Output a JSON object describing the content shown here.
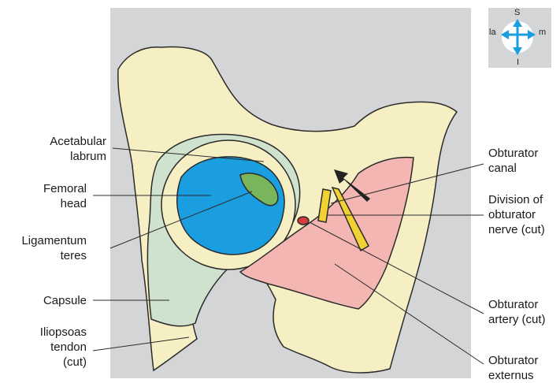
{
  "colors": {
    "panel_bg": "#d4d5d6",
    "bone": "#f6efc4",
    "capsule": "#cfe2cd",
    "femoral_head": "#1a9ee0",
    "ligamentum": "#79b55a",
    "muscle": "#f3b6b2",
    "nerve": "#f2d233",
    "artery": "#d93a3a",
    "line": "#2b2b2b"
  },
  "compass": {
    "superior": "S",
    "inferior": "I",
    "lateral": "la",
    "medial": "m",
    "icon": "orientation-compass-icon"
  },
  "labels": {
    "acetabular_labrum": [
      "Acetabular",
      "labrum"
    ],
    "femoral_head": [
      "Femoral",
      "head"
    ],
    "ligamentum_teres": [
      "Ligamentum",
      "teres"
    ],
    "capsule": [
      "Capsule"
    ],
    "iliopsoas_tendon": [
      "Iliopsoas",
      "tendon",
      "(cut)"
    ],
    "obturator_canal": [
      "Obturator",
      "canal"
    ],
    "division_obturator_nerve": [
      "Division of",
      "obturator",
      "nerve (cut)"
    ],
    "obturator_artery": [
      "Obturator",
      "artery (cut)"
    ],
    "obturator_externus": [
      "Obturator",
      "externus"
    ]
  }
}
